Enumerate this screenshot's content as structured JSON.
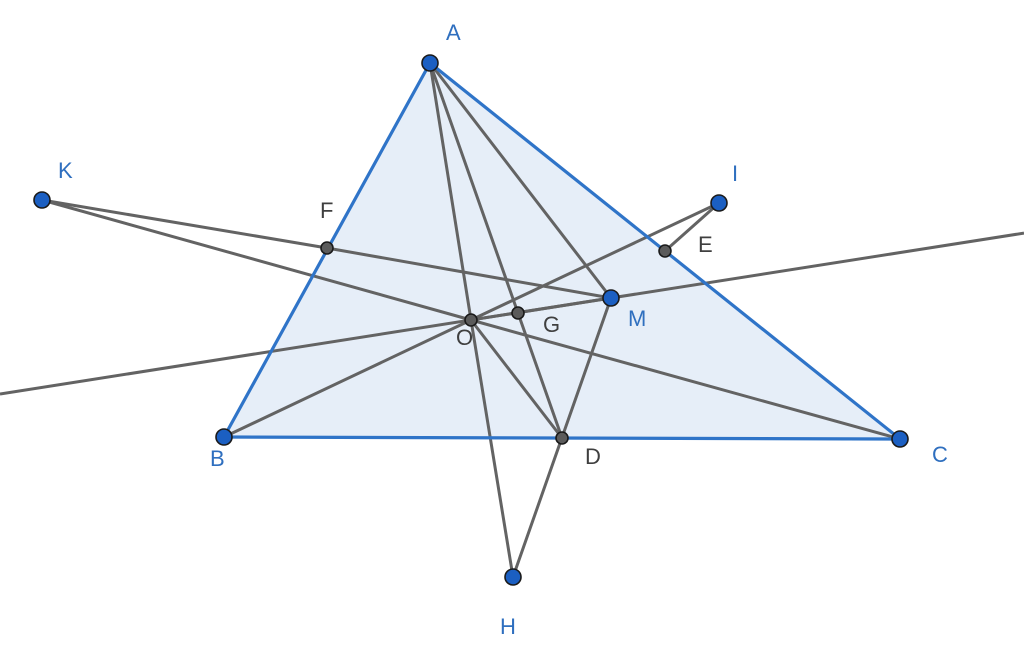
{
  "colors": {
    "triangle_edge": "#2f74c8",
    "triangle_fill": "#e6eef8",
    "line": "#636363",
    "free_point_fill": "#1b5fc2",
    "dependent_point_fill": "#5b5b5b",
    "point_stroke": "#1a1a1a",
    "free_label": "#2f6fbf",
    "dependent_label": "#3f3f3f"
  },
  "points": {
    "A": {
      "label": "A"
    },
    "B": {
      "label": "B"
    },
    "C": {
      "label": "C"
    },
    "D": {
      "label": "D"
    },
    "E": {
      "label": "E"
    },
    "F": {
      "label": "F"
    },
    "G": {
      "label": "G"
    },
    "H": {
      "label": "H"
    },
    "I": {
      "label": "I"
    },
    "K": {
      "label": "K"
    },
    "M": {
      "label": "M"
    },
    "O": {
      "label": "O"
    }
  }
}
